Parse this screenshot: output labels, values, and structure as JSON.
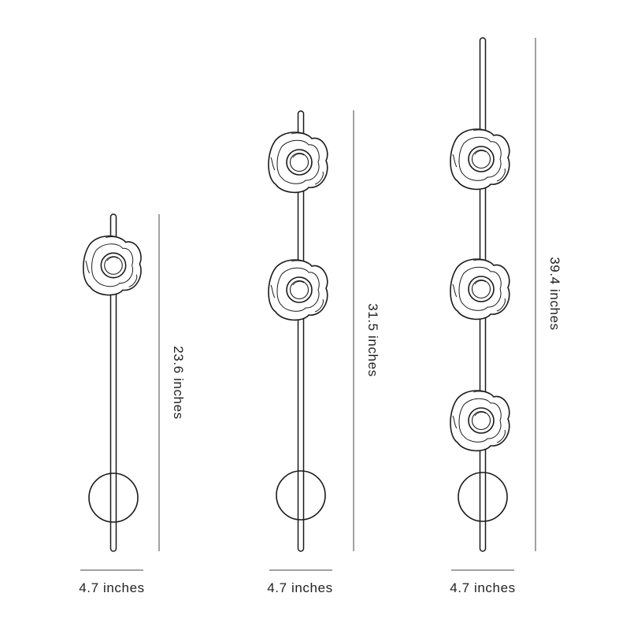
{
  "colors": {
    "line": "#1a1a1a",
    "dimension": "#444444",
    "text": "#222222"
  },
  "fixtures": [
    {
      "flowers": 1,
      "height_label": "23.6 inches",
      "width_label": "4.7 inches"
    },
    {
      "flowers": 2,
      "height_label": "31.5 inches",
      "width_label": "4.7 inches"
    },
    {
      "flowers": 3,
      "height_label": "39.4 inches",
      "width_label": "4.7 inches"
    }
  ]
}
